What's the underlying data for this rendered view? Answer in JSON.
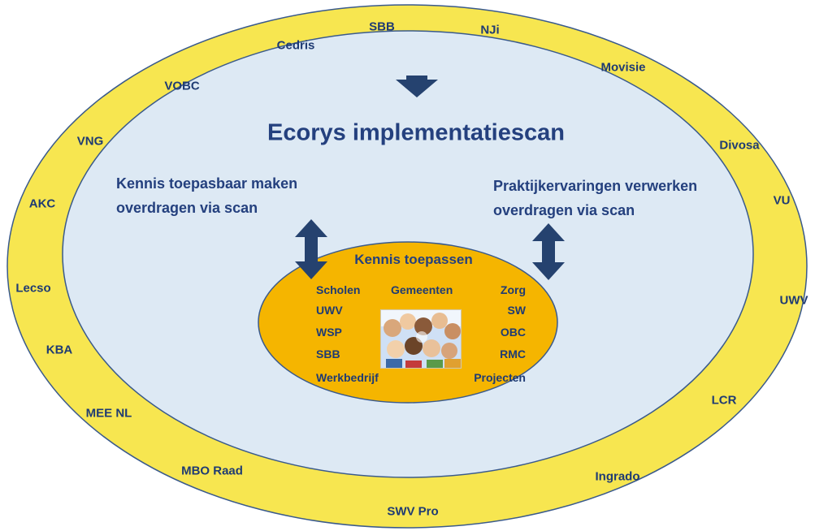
{
  "colors": {
    "outer_ring": "#f7e650",
    "outer_ring_stroke": "#3a5a8c",
    "inner_field": "#dde9f4",
    "center": "#f5b500",
    "arrows": "#25426f",
    "text": "#1f3b73"
  },
  "outer_ring": {
    "sbb": "SBB",
    "nji": "NJi",
    "cedris": "Cedris",
    "movisie": "Movisie",
    "vobc": "VOBC",
    "vng": "VNG",
    "divosa": "Divosa",
    "akc": "AKC",
    "vu": "VU",
    "lecso": "Lecso",
    "uwv": "UWV",
    "kba": "KBA",
    "lcr": "LCR",
    "mee_nl": "MEE NL",
    "mbo_raad": "MBO Raad",
    "ingrado": "Ingrado",
    "swv_pro": "SWV Pro"
  },
  "main": {
    "title": "Ecorys implementatiescan",
    "left_line1": "Kennis toepasbaar maken",
    "left_line2": "overdragen via scan",
    "right_line1": "Praktijkervaringen verwerken",
    "right_line2": "overdragen via scan"
  },
  "center": {
    "title": "Kennis toepassen",
    "left_items": [
      "Scholen",
      "UWV",
      "WSP",
      "SBB",
      "Werkbedrijf"
    ],
    "middle_item": "Gemeenten",
    "right_items": [
      "Zorg",
      "SW",
      "OBC",
      "RMC",
      "Projecten"
    ],
    "photo_icon": "group-of-people-photo"
  },
  "arrow_icons": {
    "top": "arrow-down-icon",
    "left": "double-arrow-vertical-icon",
    "right": "double-arrow-vertical-icon"
  }
}
